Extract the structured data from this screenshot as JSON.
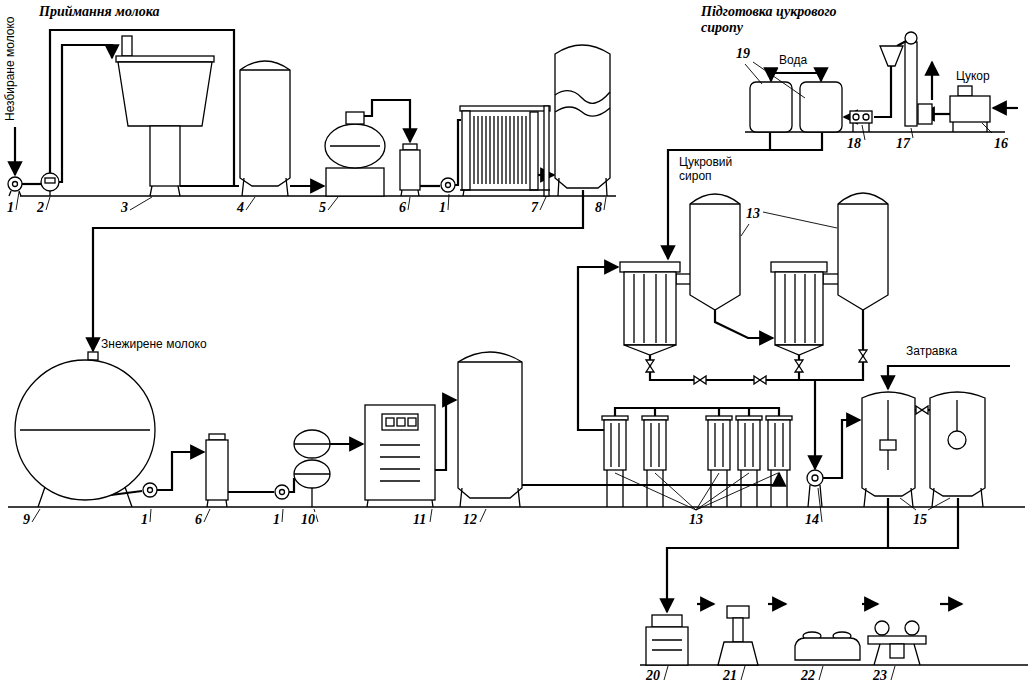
{
  "diagram": {
    "labels": [
      "Приймання молока",
      "Підготовка цукрового сиропу",
      "Незбиране молоко",
      "Вода",
      "Цукор",
      "Цукровий сироп",
      "Знежирене молоко",
      "Затравка",
      "1",
      "2",
      "3",
      "4",
      "5",
      "6",
      "1",
      "7",
      "8",
      "19",
      "18",
      "17",
      "16",
      "13",
      "9",
      "1",
      "6",
      "1",
      "10",
      "11",
      "12",
      "13",
      "14",
      "15",
      "20",
      "21",
      "22",
      "23"
    ]
  }
}
